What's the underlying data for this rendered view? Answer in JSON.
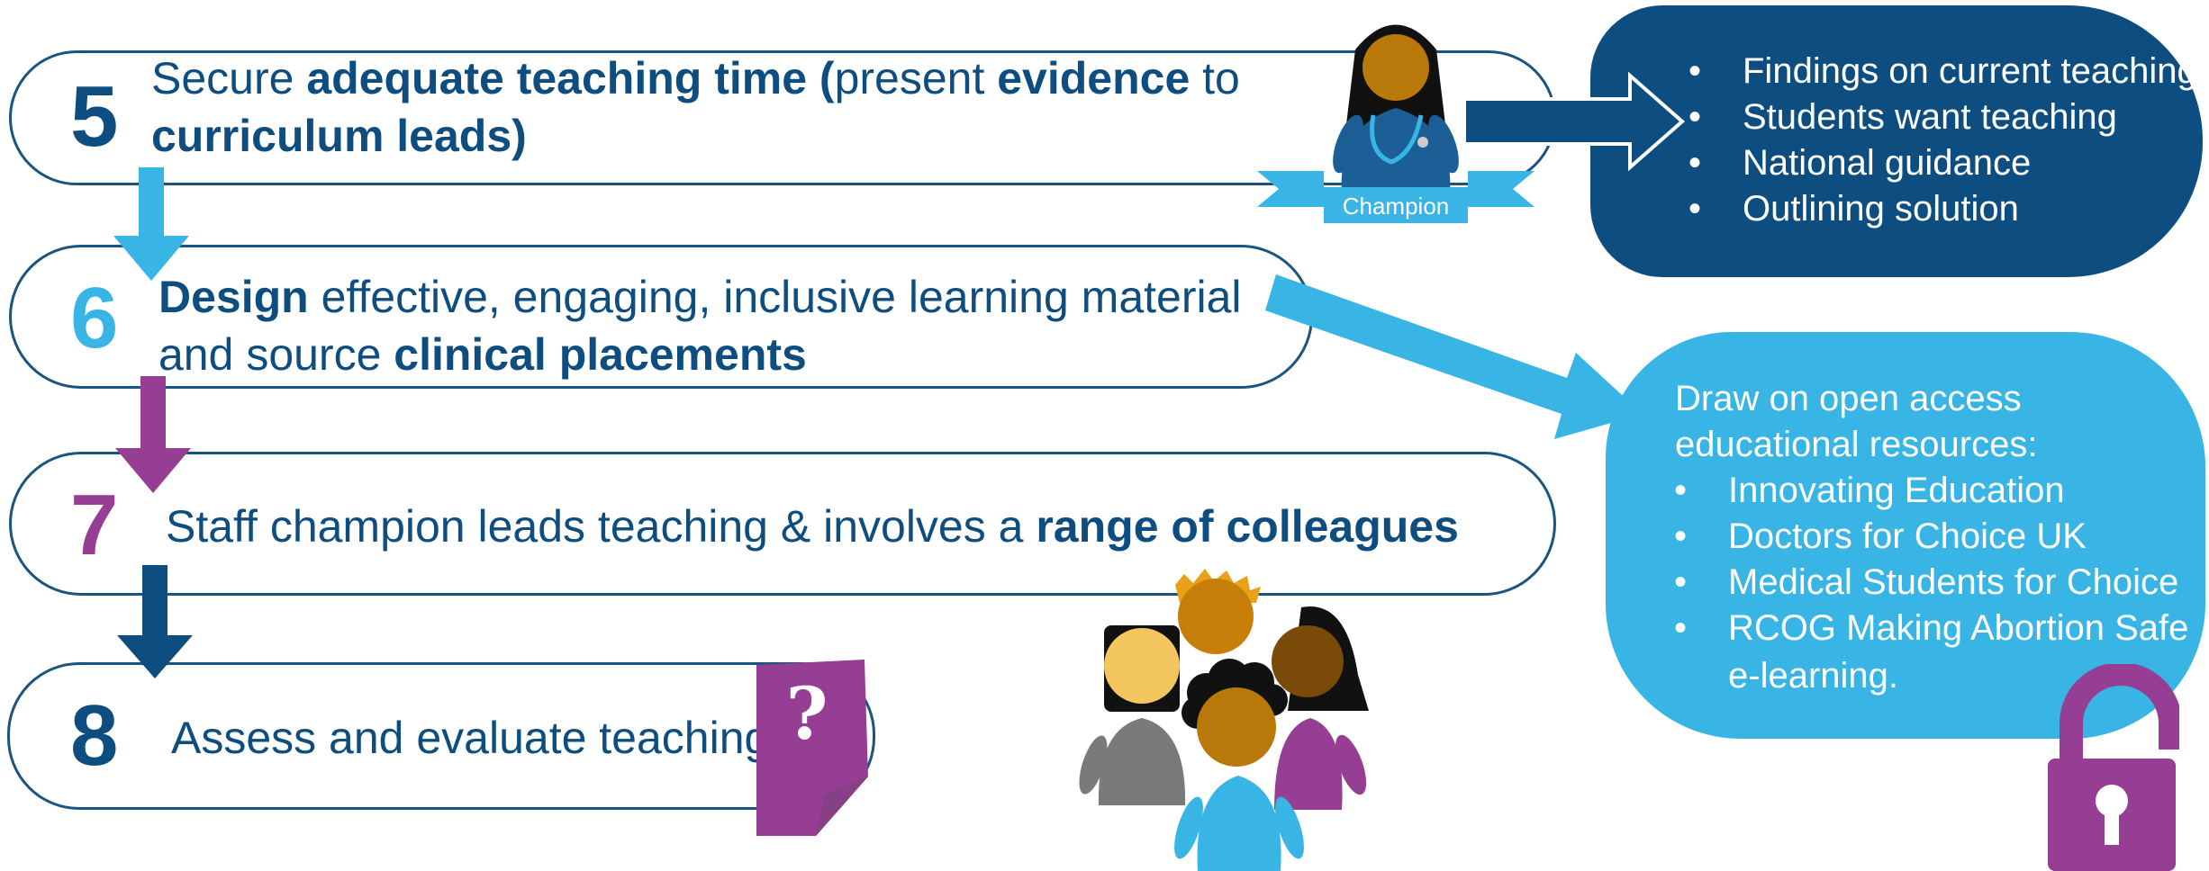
{
  "steps": [
    {
      "number": "5",
      "line1_a": "Secure ",
      "line1_b": "adequate teaching time (",
      "line1_c": "present ",
      "line1_d": "evidence",
      "line1_e": " to",
      "line2_b": "curriculum leads)"
    },
    {
      "number": "6",
      "line1_b": "Design",
      "line1_a": " effective, engaging, inclusive learning material",
      "line2_a": "and source ",
      "line2_b": "clinical placements"
    },
    {
      "number": "7",
      "text_a": "Staff champion leads teaching & involves a ",
      "text_b": "range of colleagues"
    },
    {
      "number": "8",
      "text_a": "Assess and evaluate teaching"
    }
  ],
  "champion_label": "Champion",
  "question_mark": "?",
  "evidence_box": {
    "items": [
      "Findings on current teaching",
      "Students want teaching",
      "National guidance",
      "Outlining solution"
    ]
  },
  "resources_box": {
    "intro_line1": "Draw on open access",
    "intro_line2": "educational resources:",
    "items": [
      "Innovating Education",
      "Doctors for Choice UK",
      "Medical Students for Choice",
      "RCOG Making Abortion Safe"
    ],
    "continuation": "e-learning."
  },
  "colors": {
    "navy": "#0e4d7f",
    "light_blue": "#38b4e5",
    "purple": "#963e94",
    "outline": "#1a5480"
  },
  "icons": [
    "champion-figure-icon",
    "people-group-icon",
    "question-document-icon",
    "open-padlock-icon"
  ]
}
